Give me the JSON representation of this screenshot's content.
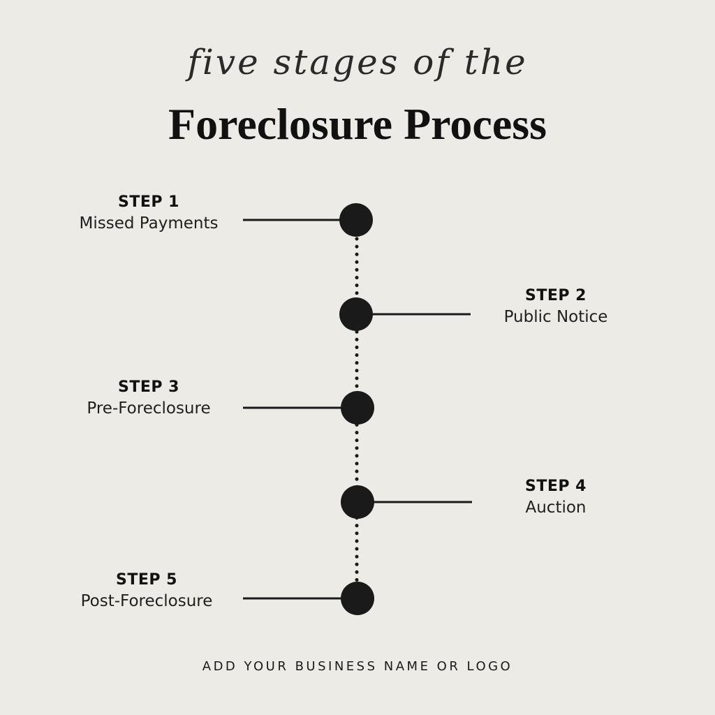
{
  "header": {
    "subtitle": "five stages of the",
    "title": "Foreclosure Process"
  },
  "steps": [
    {
      "number": "STEP 1",
      "name": "Missed Payments"
    },
    {
      "number": "STEP 2",
      "name": "Public Notice"
    },
    {
      "number": "STEP 3",
      "name": "Pre-Foreclosure"
    },
    {
      "number": "STEP 4",
      "name": "Auction"
    },
    {
      "number": "STEP 5",
      "name": "Post-Foreclosure"
    }
  ],
  "footer": {
    "text": "ADD YOUR BUSINESS NAME OR LOGO"
  },
  "colors": {
    "background": "#ecebe5",
    "ink": "#1a1a1a"
  }
}
